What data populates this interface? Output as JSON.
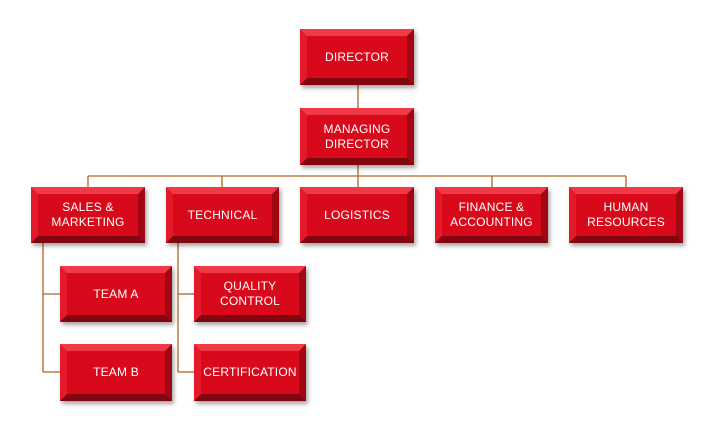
{
  "org_chart": {
    "nodes": [
      {
        "id": "director",
        "label": "DIRECTOR"
      },
      {
        "id": "managing-director",
        "label": "MANAGING\nDIRECTOR"
      },
      {
        "id": "sales-marketing",
        "label": "SALES &\nMARKETING"
      },
      {
        "id": "technical",
        "label": "TECHNICAL"
      },
      {
        "id": "logistics",
        "label": "LOGISTICS"
      },
      {
        "id": "finance-accounting",
        "label": "FINANCE &\nACCOUNTING"
      },
      {
        "id": "human-resources",
        "label": "HUMAN\nRESOURCES"
      },
      {
        "id": "team-a",
        "label": "TEAM A"
      },
      {
        "id": "team-b",
        "label": "TEAM B"
      },
      {
        "id": "quality-control",
        "label": "QUALITY CONTROL"
      },
      {
        "id": "certification",
        "label": "CERTIFICATION"
      }
    ],
    "edges": [
      {
        "from": "director",
        "to": "managing-director"
      },
      {
        "from": "managing-director",
        "to": "sales-marketing"
      },
      {
        "from": "managing-director",
        "to": "technical"
      },
      {
        "from": "managing-director",
        "to": "logistics"
      },
      {
        "from": "managing-director",
        "to": "finance-accounting"
      },
      {
        "from": "managing-director",
        "to": "human-resources"
      },
      {
        "from": "sales-marketing",
        "to": "team-a"
      },
      {
        "from": "sales-marketing",
        "to": "team-b"
      },
      {
        "from": "technical",
        "to": "quality-control"
      },
      {
        "from": "technical",
        "to": "certification"
      }
    ]
  },
  "colors": {
    "box_fill": "#d8091b",
    "connector": "#b5651d",
    "text": "#ffffff"
  }
}
